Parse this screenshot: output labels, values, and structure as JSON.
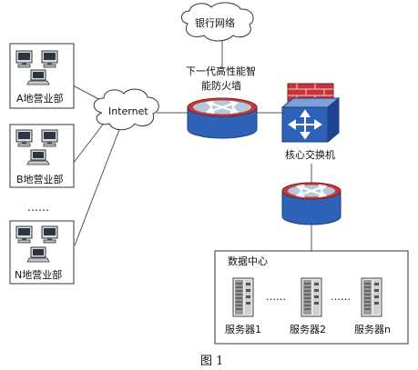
{
  "clouds": {
    "bank": "银行网络",
    "internet": "Internet"
  },
  "firewall": {
    "line1": "下一代高性能智",
    "line2": "能防火墙"
  },
  "core_switch": "核心交换机",
  "branches": [
    {
      "label": "A地营业部"
    },
    {
      "label": "B地营业部"
    },
    {
      "label": "N地营业部"
    }
  ],
  "branch_ellipsis": "……",
  "datacenter": {
    "title": "数据中心",
    "servers": [
      "服务器1",
      "服务器2",
      "服务器n"
    ],
    "gap": "……"
  },
  "caption": "图 1",
  "colors": {
    "router_top": "#b8c8dc",
    "router_body": "#2e62b8",
    "router_ring": "#c43b3b",
    "firewall_brick": "#c8323a",
    "switch_blue": "#2e62b8",
    "line": "#555555"
  },
  "icons": {
    "router": "router-icon",
    "firewall": "firewall-brick-icon",
    "switch": "switch-icon",
    "pc": "desktop-computer-icon",
    "laptop": "laptop-icon",
    "server": "server-rack-icon",
    "cloud": "cloud-icon"
  }
}
